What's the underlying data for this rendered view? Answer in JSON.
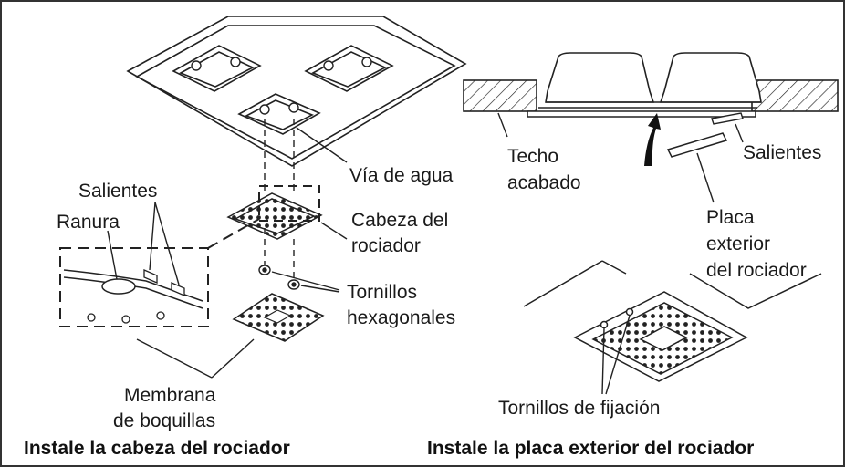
{
  "left_panel": {
    "caption": "Instale la cabeza del rociador",
    "labels": {
      "via_de_agua": "Vía de agua",
      "salientes": "Salientes",
      "ranura": "Ranura",
      "cabeza_line1": "Cabeza del",
      "cabeza_line2": "rociador",
      "tornillos_line1": "Tornillos",
      "tornillos_line2": "hexagonales",
      "membrana_line1": "Membrana",
      "membrana_line2": "de boquillas"
    }
  },
  "right_panel": {
    "caption": "Instale la placa exterior del rociador",
    "labels": {
      "techo_line1": "Techo",
      "techo_line2": "acabado",
      "salientes": "Salientes",
      "placa_line1": "Placa",
      "placa_line2": "exterior",
      "placa_line3": "del rociador",
      "tornillos_fijacion": "Tornillos de fijación"
    }
  }
}
